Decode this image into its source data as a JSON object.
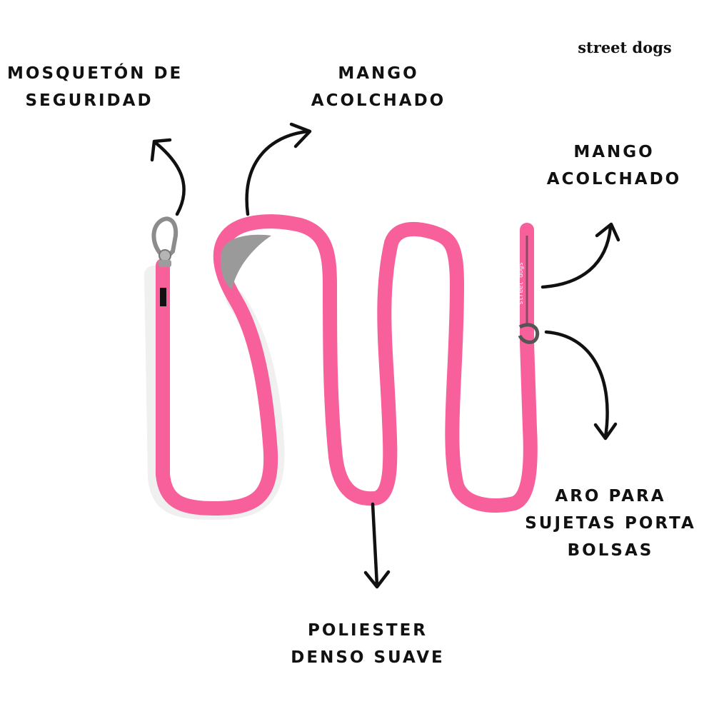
{
  "brand": "street dogs",
  "product_label": "street dogs",
  "labels": {
    "carabiner": [
      "MOSQUETÓN DE",
      "SEGURIDAD"
    ],
    "padded_handle_left": [
      "MANGO",
      "ACOLCHADO"
    ],
    "padded_handle_right": [
      "MANGO",
      "ACOLCHADO"
    ],
    "bag_ring": [
      "ARO PARA",
      "SUJETAS PORTA",
      "BOLSAS"
    ],
    "material": [
      "POLIESTER",
      "DENSO SUAVE"
    ]
  },
  "colors": {
    "leash": "#f7609b",
    "leash_edge": "#e84e8a",
    "handle_lining": "#9a9a9a",
    "ink": "#111111"
  },
  "icons": [
    "carabiner-icon",
    "arrow-icon",
    "d-ring-icon"
  ]
}
